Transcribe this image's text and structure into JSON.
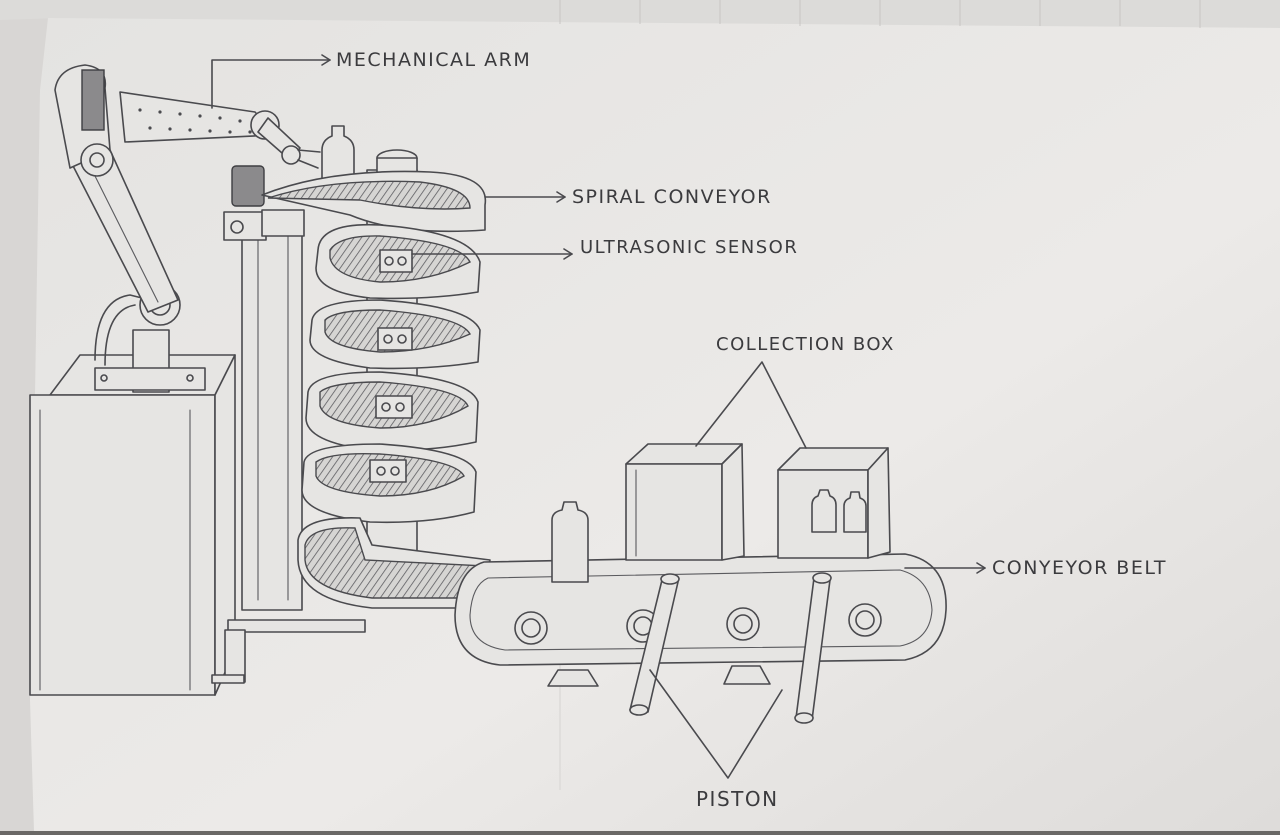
{
  "labels": {
    "mechanical_arm": "MECHANICAL ARM",
    "spiral_conveyor": "SPIRAL CONVEYOR",
    "ultrasonic_sensor": "ULTRASONIC SENSOR",
    "collection_box": "COLLECTION BOX",
    "conveyor_belt": "CONYEYOR BELT",
    "piston": "PISTON"
  },
  "colors": {
    "paper": "#e9e8e6",
    "pencil": "#4a4a4e",
    "background": "#6a6866"
  }
}
